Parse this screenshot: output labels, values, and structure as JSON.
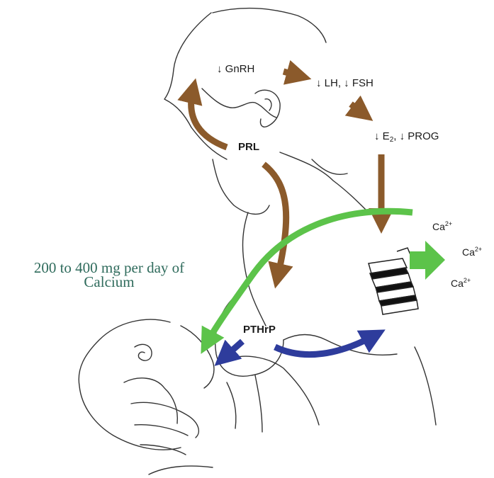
{
  "labels": {
    "gnrh": "↓ GnRH",
    "lh_fsh": "↓ LH, ↓ FSH",
    "e2_prefix": "↓ E",
    "e2_sub": "2",
    "prog": ", ↓ PROG",
    "prl": "PRL",
    "pthrp": "PTHrP",
    "ca_base": "Ca",
    "ca_charge": "2+",
    "calcium_line1": "200 to 400 mg per day of",
    "calcium_line2": "Calcium"
  },
  "colors": {
    "hormone_arrow": "#8B5A2B",
    "calcium_arrow": "#5CC34A",
    "pthrp_arrow": "#2E3C9C",
    "calcium_text": "#2F6B5C",
    "line_art": "#333333"
  },
  "icons": {
    "mother_infant": "line drawing of breastfeeding mother and infant",
    "spine": "vertebrae",
    "ca_release": "green block arrow"
  }
}
